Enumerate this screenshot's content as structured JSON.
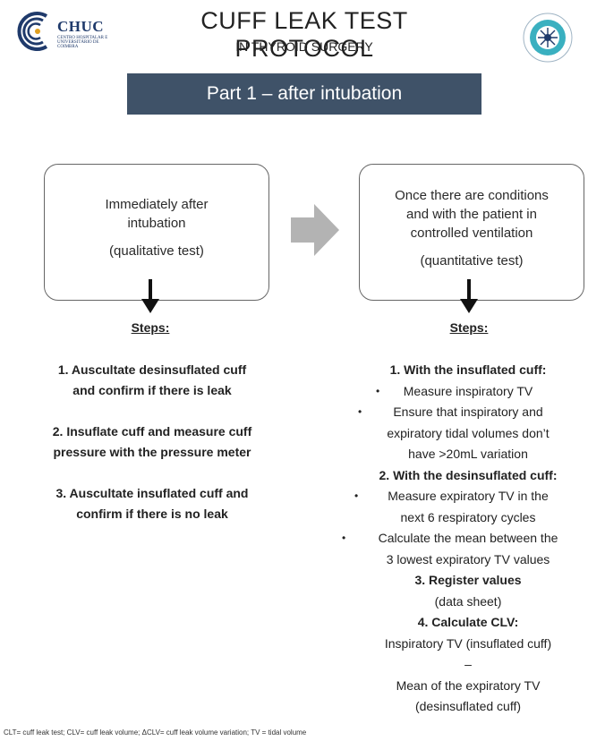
{
  "header": {
    "logo_left_name": "CHUC",
    "logo_left_sub": "CENTRO HOSPITALAR E UNIVERSITÁRIO DE COIMBRA",
    "title": "CUFF LEAK TEST  PROTOCOL",
    "subtitle": "IN THYROID SURGERY"
  },
  "banner": {
    "text": "Part 1 – after intubation"
  },
  "left_box": {
    "line1": "Immediately after",
    "line2": "intubation",
    "note": "(qualitative test)"
  },
  "right_box": {
    "line1": "Once there are conditions",
    "line2": "and with the patient in",
    "line3": "controlled ventilation",
    "note": "(quantitative test)"
  },
  "steps_label": "Steps:",
  "left_steps": [
    {
      "line1": "1. Auscultate desinsuflated cuff",
      "line2": "and confirm if there is leak"
    },
    {
      "line1": "2. Insuflate cuff and measure cuff",
      "line2": "pressure with the pressure meter"
    },
    {
      "line1": "3. Auscultate insuflated cuff and",
      "line2": "confirm if there is no leak"
    }
  ],
  "right_steps": {
    "s1_title": "1. With the insuflated cuff:",
    "s1_b1": "Measure inspiratory TV",
    "s1_b2_l1": "Ensure that inspiratory and",
    "s1_b2_l2": "expiratory tidal volumes don’t",
    "s1_b2_l3": "have >20mL variation",
    "s2_title": "2. With the desinsuflated cuff:",
    "s2_b1_l1": "Measure expiratory TV in the",
    "s2_b1_l2": "next 6 respiratory cycles",
    "s2_b2_l1": "Calculate the mean between the",
    "s2_b2_l2": "3 lowest expiratory TV values",
    "s3_title": "3. Register values",
    "s3_sub": "(data sheet)",
    "s4_title": "4. Calculate CLV:",
    "s4_l1": "Inspiratory TV (insuflated cuff)",
    "s4_minus": "–",
    "s4_l2": "Mean of the expiratory TV",
    "s4_l3": "(desinsuflated cuff)"
  },
  "footer": "CLT= cuff leak test; CLV= cuff leak volume; ΔCLV= cuff leak volume variation; TV = tidal volume",
  "colors": {
    "banner": "#3f5268",
    "arrow": "#b3b3b3",
    "logo_blue": "#1f3a6b",
    "logo_teal": "#3ab0c0"
  },
  "icons": [
    "chuc-logo-icon",
    "society-seal-icon",
    "right-arrow-icon",
    "down-arrow-icon"
  ]
}
